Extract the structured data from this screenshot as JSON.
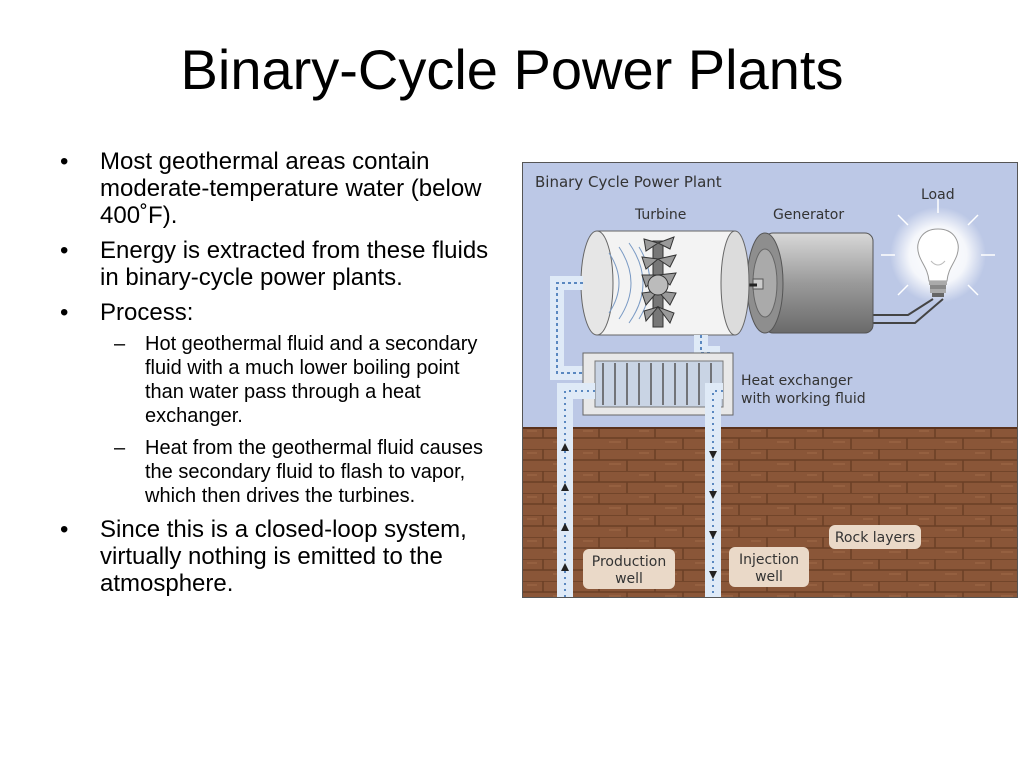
{
  "slide": {
    "title": "Binary-Cycle Power Plants"
  },
  "bullets": [
    {
      "marker": "•",
      "text": "Most geothermal areas contain moderate-temperature water (below 400˚F)."
    },
    {
      "marker": "•",
      "text": "Energy is extracted from these fluids in binary-cycle power plants."
    },
    {
      "marker": "•",
      "text": "Process:",
      "sub": [
        {
          "marker": "–",
          "text": "Hot geothermal fluid and a secondary fluid with a much lower boiling point than water pass through a heat exchanger."
        },
        {
          "marker": "–",
          "text": "Heat from the geothermal fluid causes the secondary fluid to flash to vapor, which then drives the turbines."
        }
      ]
    },
    {
      "marker": "•",
      "text": "Since this is a closed-loop system, virtually nothing is emitted to the atmosphere."
    }
  ],
  "diagram": {
    "title": "Binary Cycle Power Plant",
    "labels": {
      "turbine": "Turbine",
      "generator": "Generator",
      "load": "Load",
      "heat_exchanger_1": "Heat exchanger",
      "heat_exchanger_2": "with working fluid",
      "rock_layers": "Rock layers",
      "production_1": "Production",
      "production_2": "well",
      "injection_1": "Injection",
      "injection_2": "well"
    },
    "colors": {
      "sky": "#bcc8e6",
      "ground": "#8a5638",
      "pipe": "#dfeaf7",
      "pipe_water": "#4f86c4",
      "label_box": "#ead9c8"
    },
    "icons": [
      "turbine-icon",
      "generator-icon",
      "light-bulb-icon",
      "heat-exchanger-icon"
    ]
  }
}
